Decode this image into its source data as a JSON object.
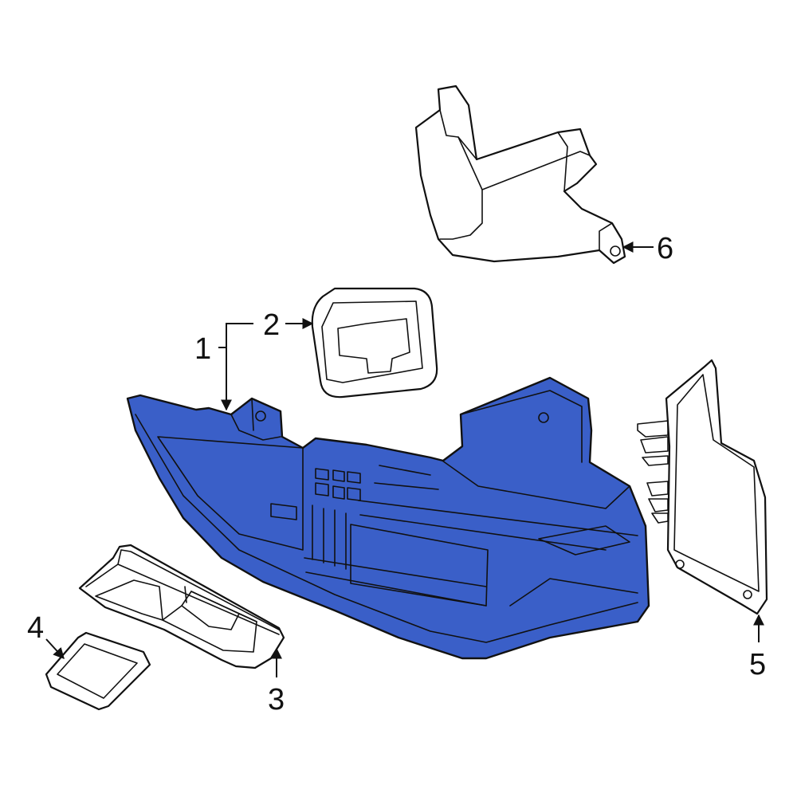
{
  "colors": {
    "highlight": "#3a5fc8",
    "outline": "#111111",
    "background": "#ffffff"
  },
  "callouts": [
    {
      "id": "1",
      "label": "1"
    },
    {
      "id": "2",
      "label": "2"
    },
    {
      "id": "3",
      "label": "3"
    },
    {
      "id": "4",
      "label": "4"
    },
    {
      "id": "5",
      "label": "5"
    },
    {
      "id": "6",
      "label": "6"
    }
  ]
}
